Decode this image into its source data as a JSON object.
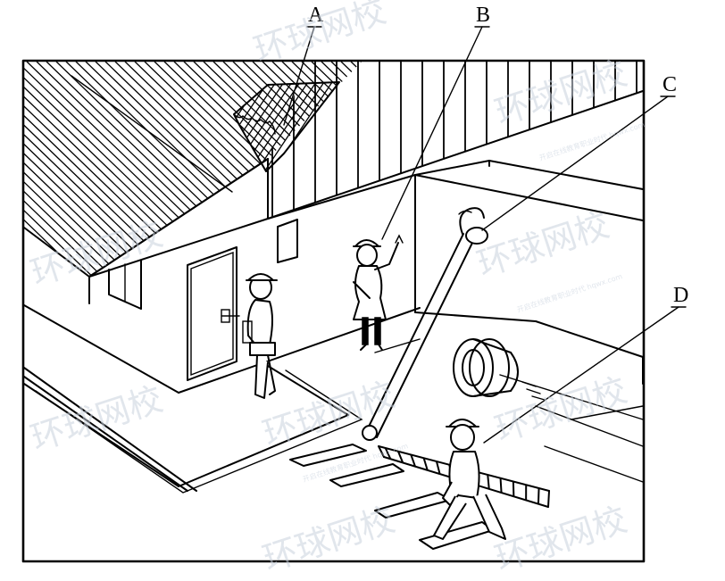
{
  "labels": {
    "a": "A",
    "b": "B",
    "c": "C",
    "d": "D"
  },
  "watermark": {
    "brand": "环球网校",
    "sub": "开启在线教育职业时代 hqwx.com"
  },
  "colors": {
    "line": "#000000",
    "background": "#ffffff",
    "watermark": "#c9d2de"
  }
}
